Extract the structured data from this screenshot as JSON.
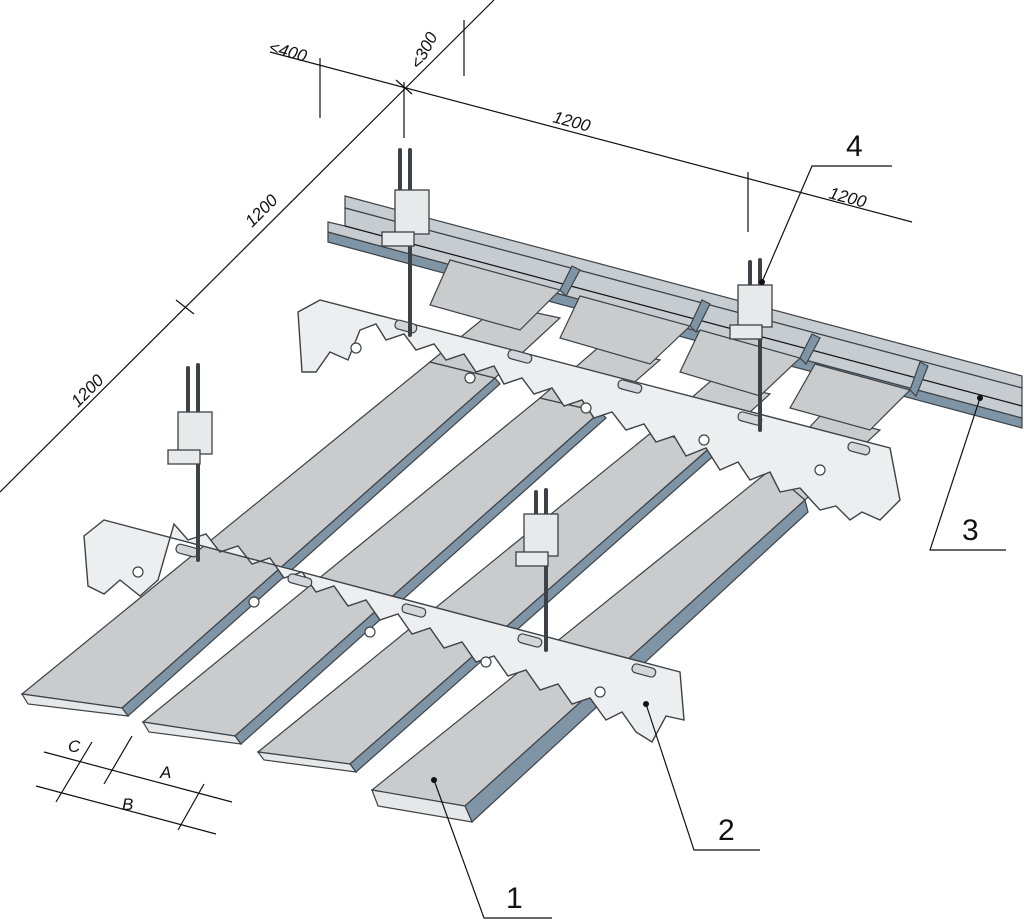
{
  "dimensions": {
    "d_400": "<400",
    "d_300": "<300",
    "d_1200_top": "1200",
    "d_1200_right": "1200",
    "d_1200_left_upper": "1200",
    "d_1200_left_lower": "1200",
    "C": "C",
    "A": "A",
    "B": "B"
  },
  "leaders": {
    "l1": "1",
    "l2": "2",
    "l3": "3",
    "l4": "4"
  },
  "colors": {
    "panel": "#c9cbcd",
    "panel_lip": "#7f95a6",
    "stringer": "#eceeef",
    "outline": "#3d4247"
  }
}
